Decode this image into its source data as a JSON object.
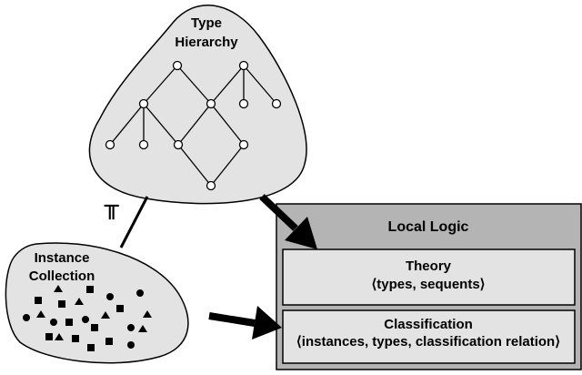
{
  "type_hierarchy": {
    "title_line1": "Type",
    "title_line2": "Hierarchy"
  },
  "instance_collection": {
    "title_line1": "Instance",
    "title_line2": "Collection"
  },
  "turnstile": {
    "symbol": "⊨"
  },
  "local_logic": {
    "title": "Local Logic",
    "theory": {
      "title": "Theory",
      "subtitle": "⟨types, sequents⟩"
    },
    "classification": {
      "title": "Classification",
      "subtitle": "⟨instances, types, classification relation⟩"
    }
  },
  "colors": {
    "blob_fill": "#e3e3e3",
    "header_fill": "#b4b4b4",
    "stroke": "#000000"
  }
}
